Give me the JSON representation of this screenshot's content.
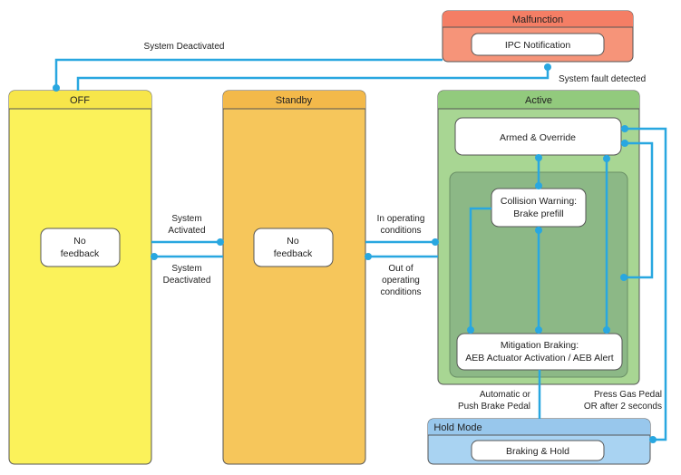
{
  "colors": {
    "line": "#29a7e0",
    "off_fill": "#fbf25a",
    "off_title": "#f7e64a",
    "standby_fill": "#f6c65b",
    "standby_title": "#f3b94a",
    "active_fill": "#a8d693",
    "active_title": "#92ca7d",
    "active_inner": "#8cb886",
    "malfunction_fill": "#f69479",
    "malfunction_title": "#f47e65",
    "hold_fill": "#a9d3f2",
    "hold_title": "#98c7ec"
  },
  "states": {
    "off": {
      "title": "OFF",
      "inner": [
        "No",
        "feedback"
      ]
    },
    "standby": {
      "title": "Standby",
      "inner": [
        "No",
        "feedback"
      ]
    },
    "active": {
      "title": "Active",
      "armed": "Armed & Override",
      "collision": [
        "Collision Warning:",
        "Brake prefill"
      ],
      "mitigation": [
        "Mitigation Braking:",
        "AEB Actuator Activation / AEB Alert"
      ]
    },
    "malfunction": {
      "title": "Malfunction",
      "inner": "IPC Notification"
    },
    "hold": {
      "title": "Hold Mode",
      "inner": "Braking & Hold"
    }
  },
  "edges": {
    "system_deactivated_top": "System Deactivated",
    "system_fault": "System fault detected",
    "system_activated": [
      "System",
      "Activated"
    ],
    "system_deactivated": [
      "System",
      "Deactivated"
    ],
    "in_operating": [
      "In operating",
      "conditions"
    ],
    "out_of_operating": [
      "Out of",
      "operating",
      "conditions"
    ],
    "automatic": [
      "Automatic or",
      "Push Brake Pedal"
    ],
    "press_gas": [
      "Press Gas Pedal",
      "OR after 2 seconds"
    ]
  }
}
